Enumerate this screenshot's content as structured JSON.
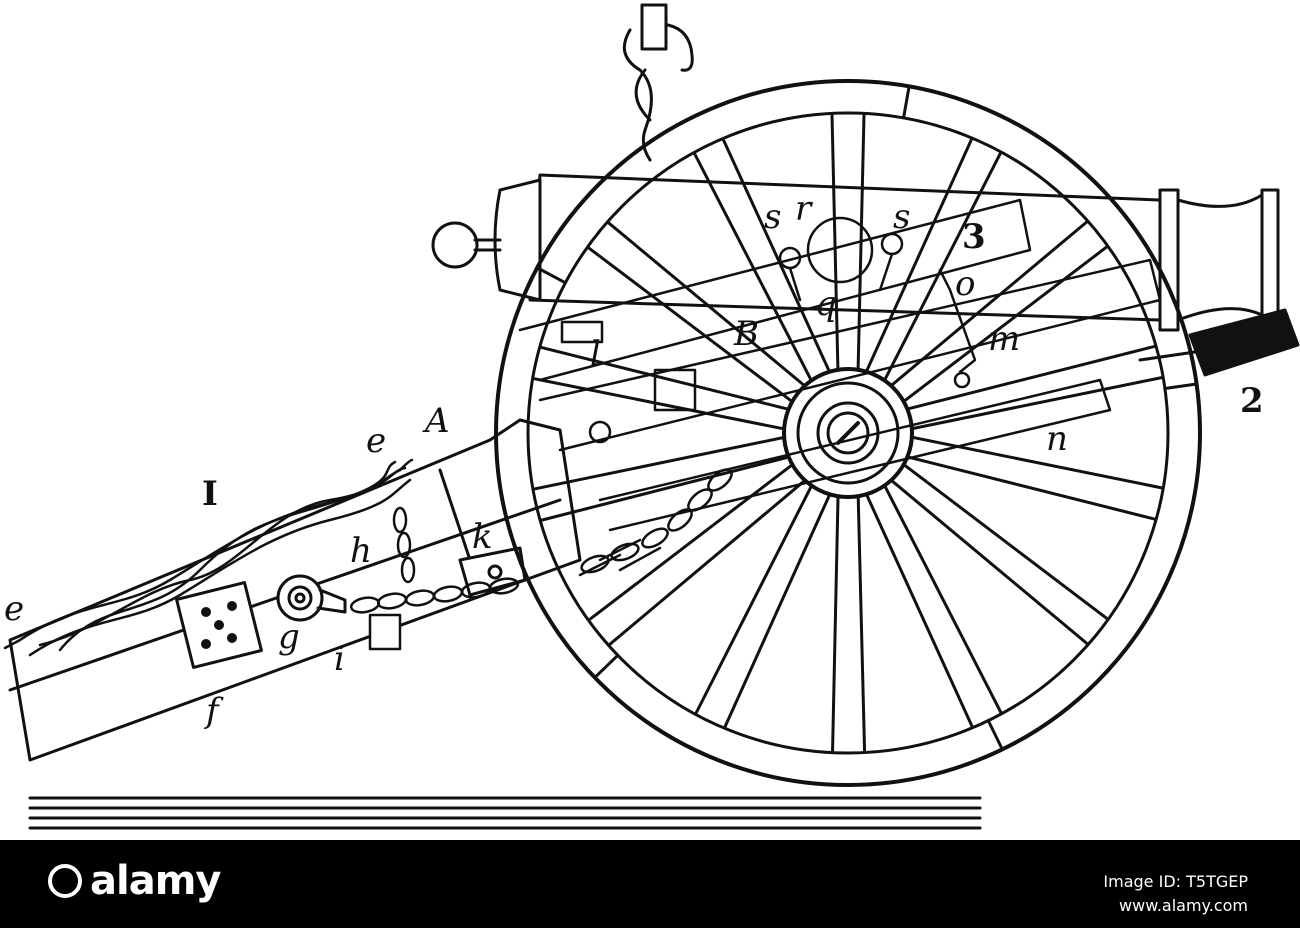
{
  "labels": {
    "s_left": "s",
    "r": "r",
    "s_right": "s",
    "three": "3",
    "o": "o",
    "l": "l",
    "B": "B",
    "q": "q",
    "m": "m",
    "two": "2",
    "n": "n",
    "A": "A",
    "e_upper": "e",
    "I": "I",
    "h": "h",
    "k": "k",
    "e_lower": "e",
    "g": "g",
    "i": "i",
    "f": "f"
  },
  "footer": {
    "brand": "alamy",
    "image_id_label": "Image ID: T5TGEP",
    "site": "www.alamy.com"
  },
  "colors": {
    "ink": "#111111",
    "paper": "#ffffff",
    "footer_bg": "#000000",
    "footer_text": "#ffffff"
  }
}
